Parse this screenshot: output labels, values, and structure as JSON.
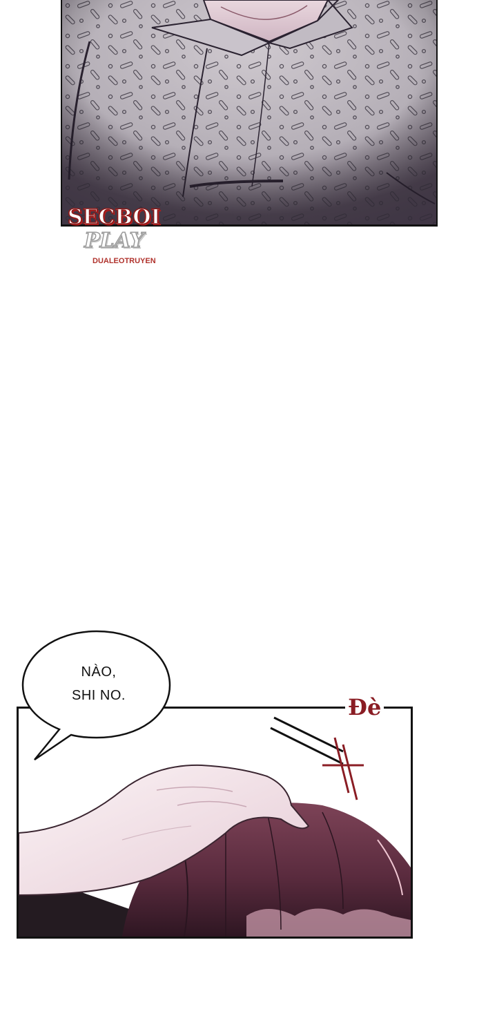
{
  "watermark": {
    "line1": "SECBOI",
    "line2": "PLAY",
    "line3": "DUALEOTRUYEN"
  },
  "speech_bubble": {
    "lines": [
      "NÀO,",
      "SHI NO."
    ]
  },
  "sfx": {
    "text": "Đè"
  },
  "colors": {
    "shirt_gray": "#b9b3bb",
    "skin": "#f3e3e8",
    "hair": "#5a2b3e",
    "sfx_red": "#8a1d24",
    "watermark_red": "#b21d1d"
  }
}
